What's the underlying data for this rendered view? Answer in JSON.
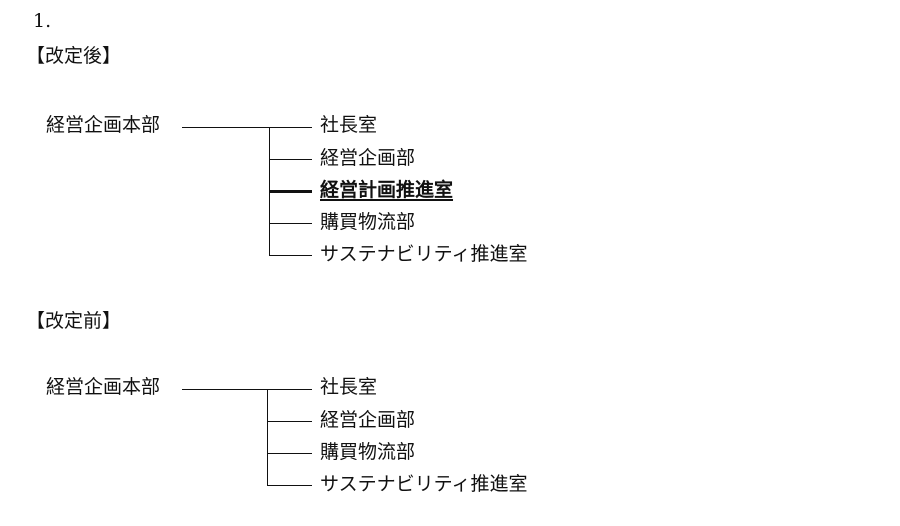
{
  "section_number": "1.",
  "after": {
    "heading": "【改定後】",
    "root": "経営企画本部",
    "children": [
      {
        "label": "社長室",
        "emphasis": false
      },
      {
        "label": "経営企画部",
        "emphasis": false
      },
      {
        "label": "経営計画推進室",
        "emphasis": true
      },
      {
        "label": "購買物流部",
        "emphasis": false
      },
      {
        "label": "サステナビリティ推進室",
        "emphasis": false
      }
    ]
  },
  "before": {
    "heading": "【改定前】",
    "root": "経営企画本部",
    "children": [
      {
        "label": "社長室"
      },
      {
        "label": "経営企画部"
      },
      {
        "label": "購買物流部"
      },
      {
        "label": "サステナビリティ推進室"
      }
    ]
  }
}
